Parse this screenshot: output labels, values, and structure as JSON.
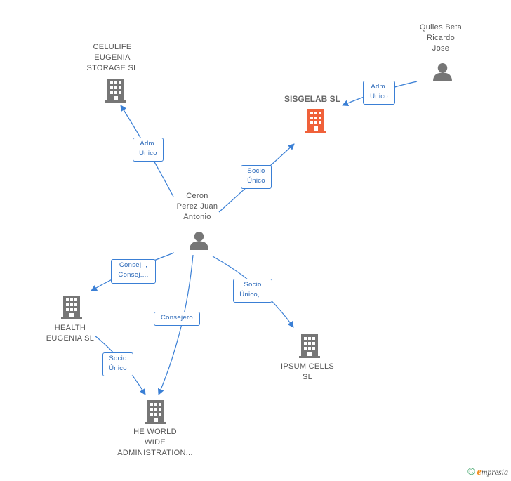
{
  "nodes": {
    "celulife": {
      "lines": [
        "CELULIFE",
        "EUGENIA",
        "STORAGE  SL"
      ],
      "type": "company"
    },
    "quiles": {
      "lines": [
        "Quiles Beta",
        "Ricardo",
        "Jose"
      ],
      "type": "person"
    },
    "sisgelab": {
      "lines": [
        "SISGELAB SL"
      ],
      "type": "company",
      "highlight": true
    },
    "ceron": {
      "lines": [
        "Ceron",
        "Perez Juan",
        "Antonio"
      ],
      "type": "person"
    },
    "health": {
      "lines": [
        "HEALTH",
        "EUGENIA SL"
      ],
      "type": "company"
    },
    "ipsum": {
      "lines": [
        "IPSUM CELLS",
        "SL"
      ],
      "type": "company"
    },
    "heworld": {
      "lines": [
        "HE WORLD",
        "WIDE",
        "ADMINISTRATION..."
      ],
      "type": "company"
    }
  },
  "edges": {
    "ceron_celulife": [
      "Adm.",
      "Unico"
    ],
    "quiles_sisgelab": [
      "Adm.",
      "Unico"
    ],
    "ceron_sisgelab": [
      "Socio",
      "Único"
    ],
    "ceron_health": [
      "Consej. ,",
      "Consej...."
    ],
    "ceron_heworld": [
      "Consejero"
    ],
    "ceron_ipsum": [
      "Socio",
      "Único,..."
    ],
    "health_heworld": [
      "Socio",
      "Único"
    ]
  },
  "colors": {
    "edge": "#3a7fd5",
    "icon": "#767676",
    "highlight": "#f0613a"
  },
  "footer": {
    "copyright": "©",
    "brand_initial": "e",
    "brand_rest": "mpresia"
  }
}
